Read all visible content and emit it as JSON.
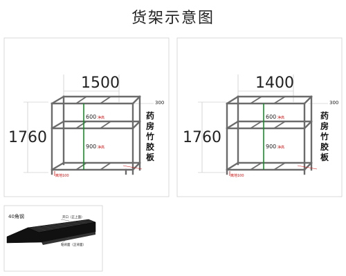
{
  "title": "货架示意图",
  "left_shelf": {
    "width_label": "1500",
    "depth_label": "300",
    "height_label": "1760",
    "upper_gap_value": "600",
    "upper_gap_unit": "净高",
    "lower_gap_value": "900",
    "lower_gap_unit": "净高",
    "floor_clearance": "离地100",
    "panel_label": "药房竹胶板"
  },
  "right_shelf": {
    "width_label": "1400",
    "depth_label": "300",
    "height_label": "1760",
    "upper_gap_value": "600",
    "upper_gap_unit": "净高",
    "lower_gap_value": "900",
    "lower_gap_unit": "净高",
    "floor_clearance": "离地100",
    "panel_label": "药房竹胶板"
  },
  "profile": {
    "label": "40角钢",
    "top_note": "开口（正上面）",
    "bottom_note": "粘背面（正背面）"
  },
  "colors": {
    "frame": "#6b6b6b",
    "green_dim": "#1a8a2a",
    "red_text": "#d01010",
    "profile_fill": "#111111"
  }
}
